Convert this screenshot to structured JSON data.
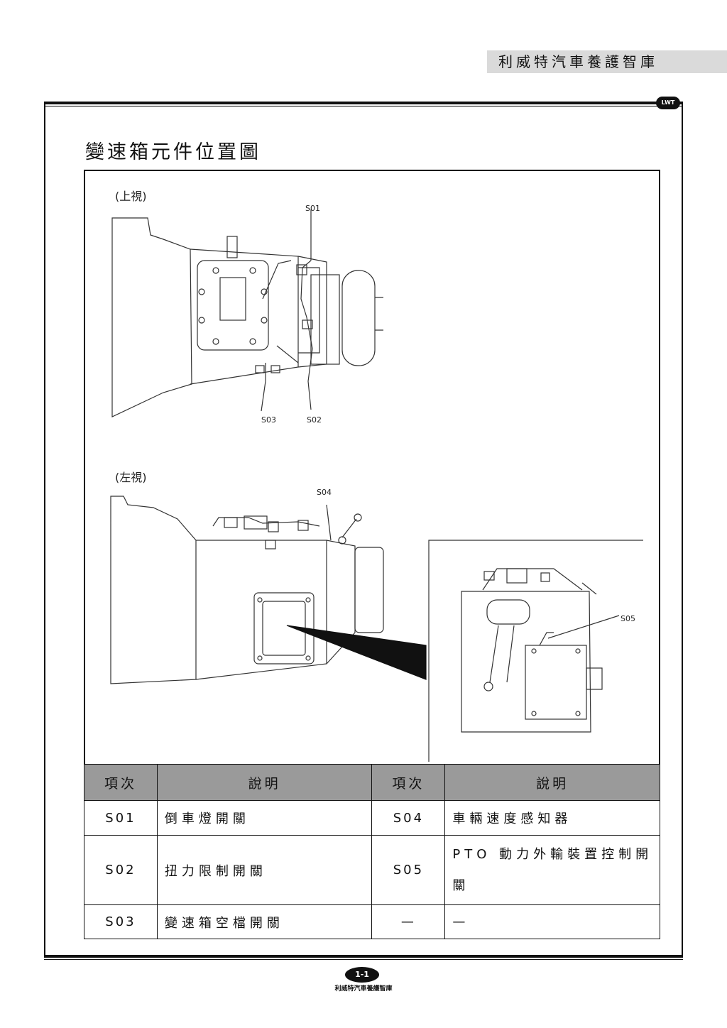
{
  "header": {
    "brand": "利威特汽車養護智庫",
    "logo": "LWT"
  },
  "section_title": "變速箱元件位置圖",
  "figure": {
    "top_view_label": "(上視)",
    "left_view_label": "(左視)",
    "callouts": {
      "s01": "S01",
      "s02": "S02",
      "s03": "S03",
      "s04": "S04",
      "s05": "S05"
    }
  },
  "table": {
    "headers": [
      "項次",
      "說明",
      "項次",
      "說明"
    ],
    "rows": [
      {
        "code1": "S01",
        "desc1": "倒車燈開關",
        "code2": "S04",
        "desc2": "車輛速度感知器"
      },
      {
        "code1": "S02",
        "desc1": "扭力限制開關",
        "code2": "S05",
        "desc2": "PTO 動力外輸裝置控制開關"
      },
      {
        "code1": "S03",
        "desc1": "變速箱空檔開關",
        "code2": "—",
        "desc2": "—"
      }
    ]
  },
  "footer": {
    "page_number": "1-1",
    "brand": "利威特汽車養護智庫"
  }
}
